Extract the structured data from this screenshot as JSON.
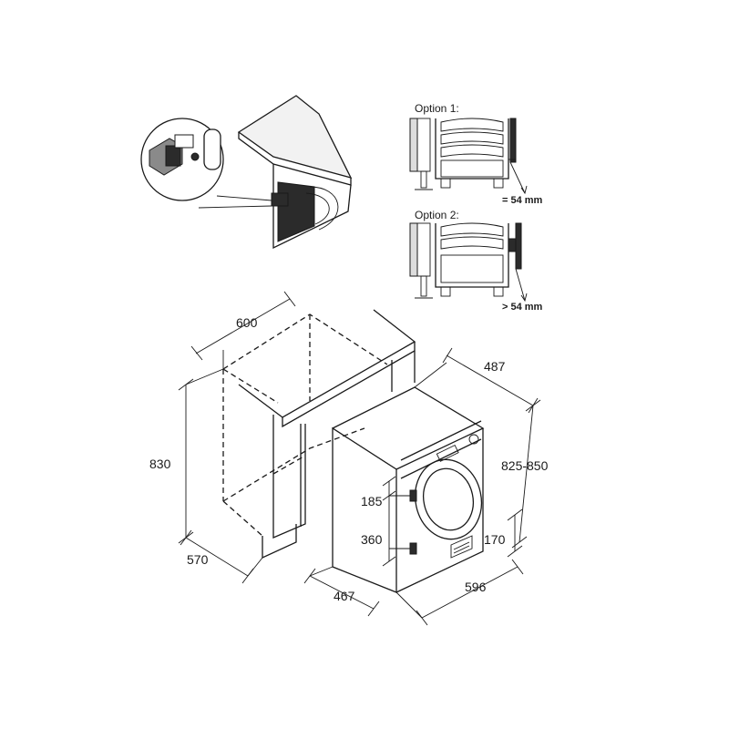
{
  "dimensions": {
    "cabinet_width": "600",
    "cabinet_height": "830",
    "cabinet_depth": "570",
    "machine_depth": "487",
    "machine_height": "825-850",
    "machine_width": "596",
    "machine_base_depth": "467",
    "door_upper_offset": "185",
    "door_lower_offset": "360",
    "plinth_height": "170"
  },
  "options": {
    "option1_label": "Option 1:",
    "option1_value": "= 54 mm",
    "option2_label": "Option 2:",
    "option2_value": "> 54 mm"
  }
}
